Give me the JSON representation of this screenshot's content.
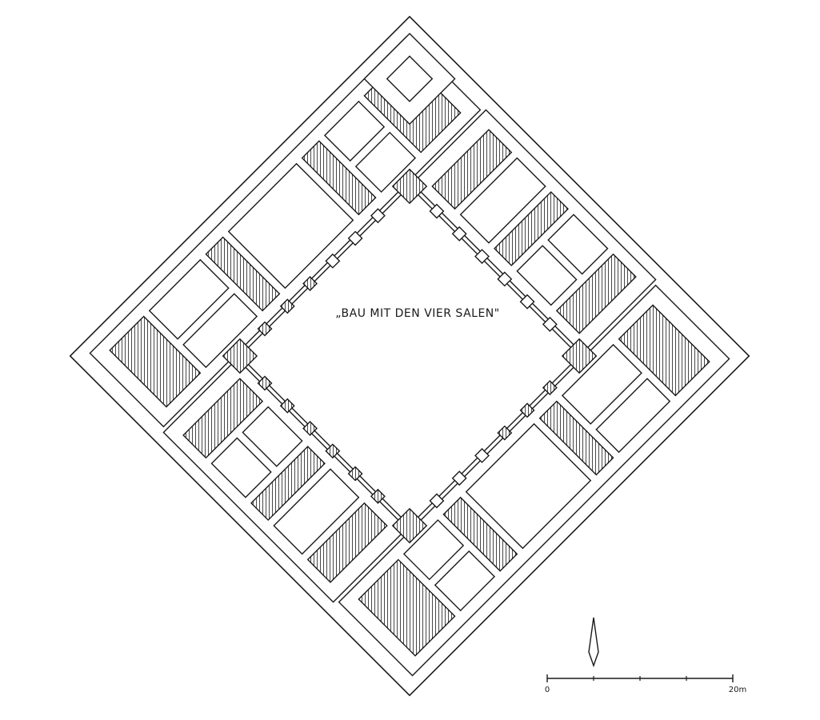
{
  "plan": {
    "title": "„BAU MIT DEN VIER SALEN\""
  },
  "scale_bar": {
    "start_label": "0",
    "end_label": "20m",
    "divisions": 5
  },
  "north_arrow": {
    "direction": "north"
  },
  "colors": {
    "ink": "#1a1a1a",
    "paper": "#ffffff"
  }
}
